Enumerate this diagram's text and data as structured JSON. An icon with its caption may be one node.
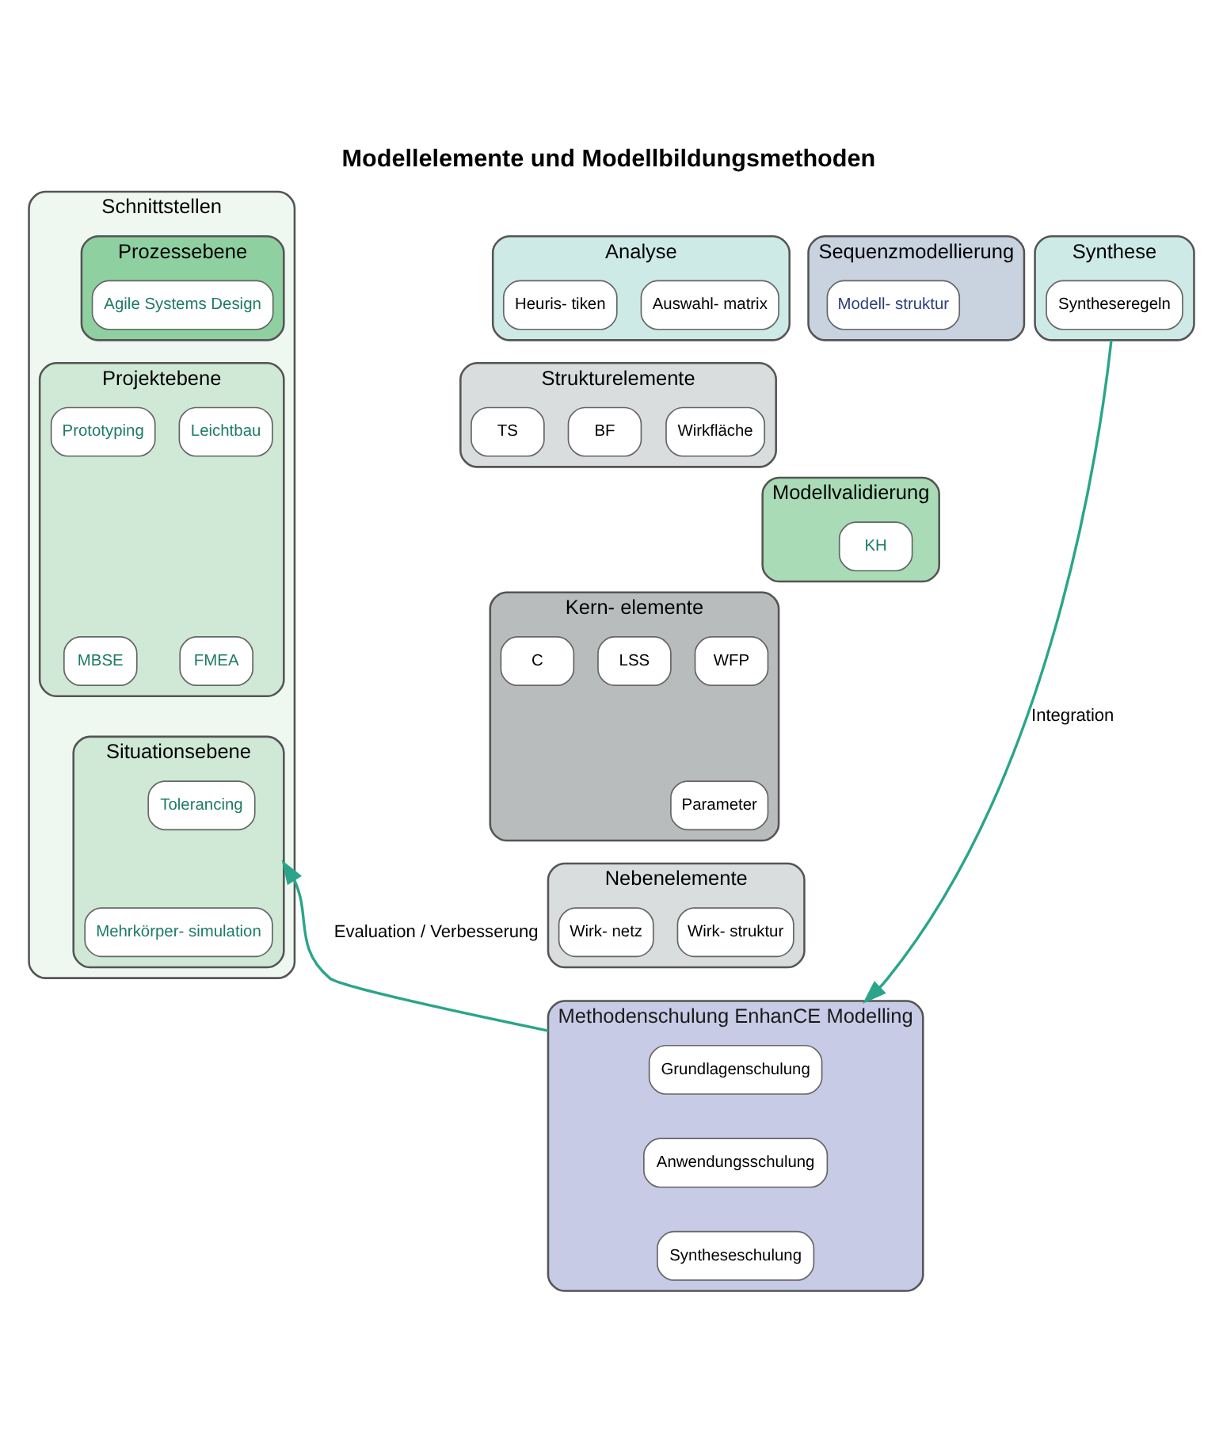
{
  "diagram": {
    "title": "Modellelemente und Modellbildungsmethoden",
    "nodes": [
      {
        "text": [
          "Schnittstellen"
        ]
      },
      {
        "text": [
          "Prozessebene"
        ],
        "in": 0
      },
      {
        "text": [
          "Agile Systems Design"
        ],
        "in": 1
      },
      {
        "text": [
          "Projektebene"
        ],
        "in": 0
      },
      {
        "text": [
          "Leichtbau"
        ],
        "in": 3
      },
      {
        "text": [
          "Prototyping"
        ],
        "in": 3
      },
      {
        "text": [
          "FMEA"
        ],
        "in": 3
      },
      {
        "text": [
          "MBSE"
        ],
        "in": 3
      },
      {
        "text": [
          "Situationsebene"
        ],
        "in": 0
      },
      {
        "text": [
          "Tolerancing"
        ],
        "in": 8
      },
      {
        "text": [
          "Mehrkörper- simulation"
        ],
        "in": 8
      },
      {
        "text": [
          "Analyse"
        ]
      },
      {
        "text": [
          "Auswahl- matrix"
        ],
        "in": 11
      },
      {
        "text": [
          "Heuris- tiken"
        ],
        "in": 11
      },
      {
        "text": [
          "Sequenzmodellierung"
        ]
      },
      {
        "text": [
          "Modell- struktur"
        ],
        "in": 14
      },
      {
        "text": [
          "Strukturelemente"
        ]
      },
      {
        "text": [
          "Wirkfläche"
        ],
        "in": 16
      },
      {
        "text": [
          "BF"
        ],
        "in": 16
      },
      {
        "text": [
          "TS"
        ],
        "in": 16
      },
      {
        "text": [
          "Kern- elemente"
        ]
      },
      {
        "text": [
          "WFP"
        ],
        "in": 20
      },
      {
        "text": [
          "LSS"
        ],
        "in": 20
      },
      {
        "text": [
          "C"
        ],
        "in": 20
      },
      {
        "text": [
          "Parameter"
        ],
        "in": 20
      },
      {
        "text": [
          "Nebenelemente"
        ]
      },
      {
        "text": [
          "Wirk- struktur"
        ],
        "in": 25
      },
      {
        "text": [
          "Wirk- netz"
        ],
        "in": 25
      },
      {
        "text": [
          "Modellvalidierung"
        ]
      },
      {
        "text": [
          "KH"
        ],
        "in": 28
      },
      {
        "text": [
          "Synthese"
        ]
      },
      {
        "text": [
          "Syntheseregeln"
        ],
        "in": 30
      },
      {
        "text": [
          "Methodenschulung EnhanCE Modelling"
        ]
      },
      {
        "text": [
          "Grundlagenschulung"
        ],
        "in": 32
      },
      {
        "text": [
          "Anwendungsschulung"
        ],
        "in": 32
      },
      {
        "text": [
          "Syntheseschulung"
        ],
        "in": 32
      }
    ],
    "edges": [
      {
        "from": 32,
        "to": 8,
        "arrow": "to",
        "label": "Evaluation / Verbesserung"
      },
      {
        "from": 30,
        "to": 32,
        "arrow": "to",
        "label": "Integration"
      }
    ]
  }
}
